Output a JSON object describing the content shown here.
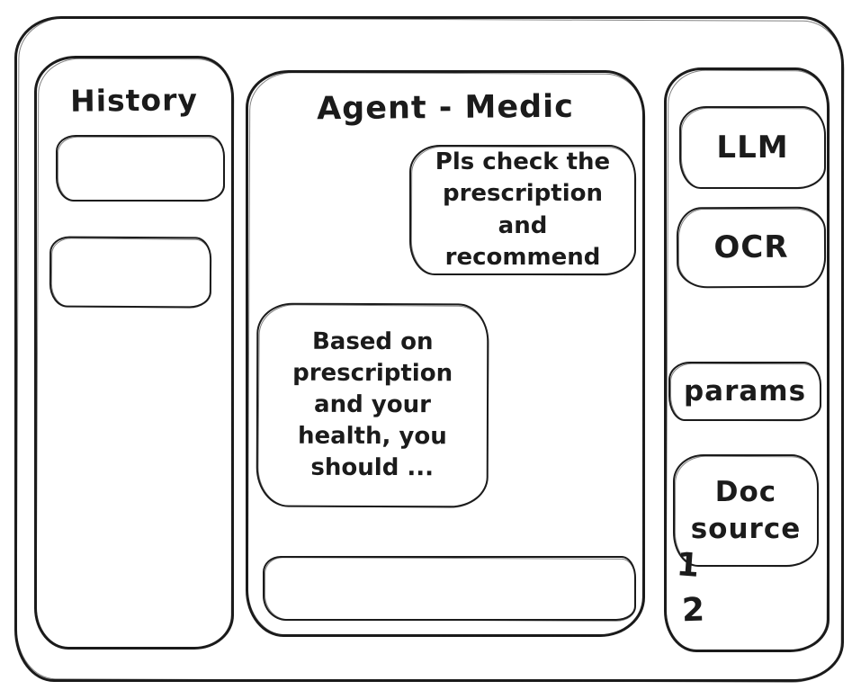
{
  "app": {
    "title": "Agent - Medic"
  },
  "sidebar_left": {
    "title": "History",
    "items": [
      {
        "label": ""
      },
      {
        "label": ""
      }
    ]
  },
  "chat": {
    "messages": [
      {
        "role": "user",
        "text": "Pls check the prescription and recommend"
      },
      {
        "role": "assistant",
        "text": "Based on prescription and your health, you should ..."
      }
    ],
    "input": {
      "value": "",
      "placeholder": ""
    }
  },
  "sidebar_right": {
    "buttons": [
      {
        "label": "LLM"
      },
      {
        "label": "OCR"
      },
      {
        "label": "params"
      },
      {
        "label": "Doc source"
      }
    ],
    "doc_source_display": "Doc\nsource",
    "doc_list": [
      "1",
      "2"
    ]
  },
  "colors": {
    "stroke": "#1b1b1b",
    "background": "#ffffff"
  }
}
